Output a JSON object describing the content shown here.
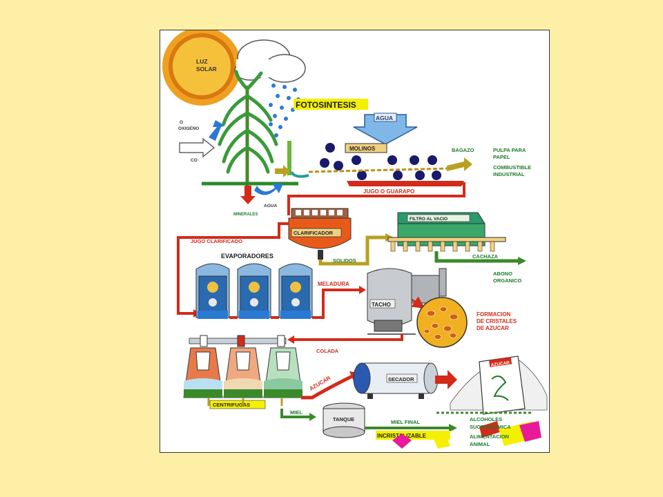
{
  "diagram": {
    "labels": {
      "sun": [
        "LUZ",
        "SOLAR"
      ],
      "oxygen": [
        "O",
        "OXIGENO"
      ],
      "co2": "CO",
      "photosynthesis": "FOTOSINTESIS",
      "water_in": "AGUA",
      "mills": "MOLINOS",
      "bagasse": "BAGAZO",
      "pulp": [
        "PULPA PARA",
        "PAPEL"
      ],
      "fuel": [
        "COMBUSTIBLE",
        "INDUSTRIAL"
      ],
      "juice": "JUGO O GUARAPO",
      "water_root": "AGUA",
      "minerals": "MINERALES",
      "clarifier": "CLARIFICADOR",
      "clarified_juice": "JUGO CLARIFICADO",
      "vacuum_filter": "FILTRO AL VACIO",
      "solids": "SOLIDOS",
      "filter_cake": "CACHAZA",
      "fertilizer": [
        "ABONO",
        "ORGANICO"
      ],
      "evaporators": "EVAPORADORES",
      "syrup": "MELADURA",
      "vacuum_pan": "TACHO",
      "crystal_formation": [
        "FORMACION",
        "DE CRISTALES",
        "DE AZUCAR"
      ],
      "strained": "COLADA",
      "sugar": "AZUCAR",
      "dryer": "SECADOR",
      "sugar_bag": "AZUCAR",
      "centrifuges": "CENTRIFUGAS",
      "molasses": "MIEL",
      "tank": "TANQUE",
      "final_molasses": "MIEL FINAL",
      "unusable": "INCRISTALIZABLE",
      "alcohols": "ALCOHOLES",
      "sucrochemistry": "SUCROQUIMICA",
      "animal_feed": [
        "ALIMENTACION",
        "ANIMAL"
      ]
    },
    "colors": {
      "background": "#fdf0a6",
      "flow_red": "#d42a1a",
      "flow_green": "#3a8a2a",
      "flow_olive": "#b8a020",
      "label_green": "#1a7a2a",
      "highlight_yellow": "#f4f000",
      "water_blue": "#2a7ad4",
      "sun_orange": "#f0a020"
    },
    "icons": [
      "sun-icon",
      "rain-cloud-icon",
      "sugarcane-plant-icon",
      "mill-roller-icon",
      "clarifier-tank-icon",
      "vacuum-filter-icon",
      "evaporator-icon",
      "vacuum-pan-icon",
      "crystal-dish-icon",
      "centrifuge-icon",
      "dryer-cylinder-icon",
      "sugar-bag-icon",
      "storage-tank-icon"
    ]
  }
}
